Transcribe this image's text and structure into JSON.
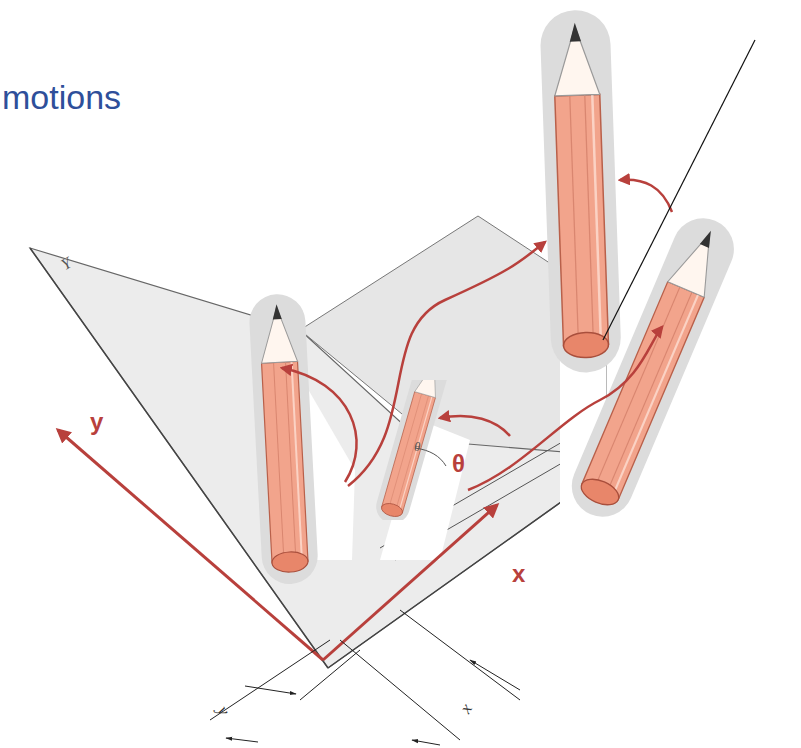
{
  "diagram": {
    "title": "motions",
    "labels": [
      "θ",
      "y",
      "x",
      "Y",
      "θ",
      "y",
      "x"
    ]
  }
}
